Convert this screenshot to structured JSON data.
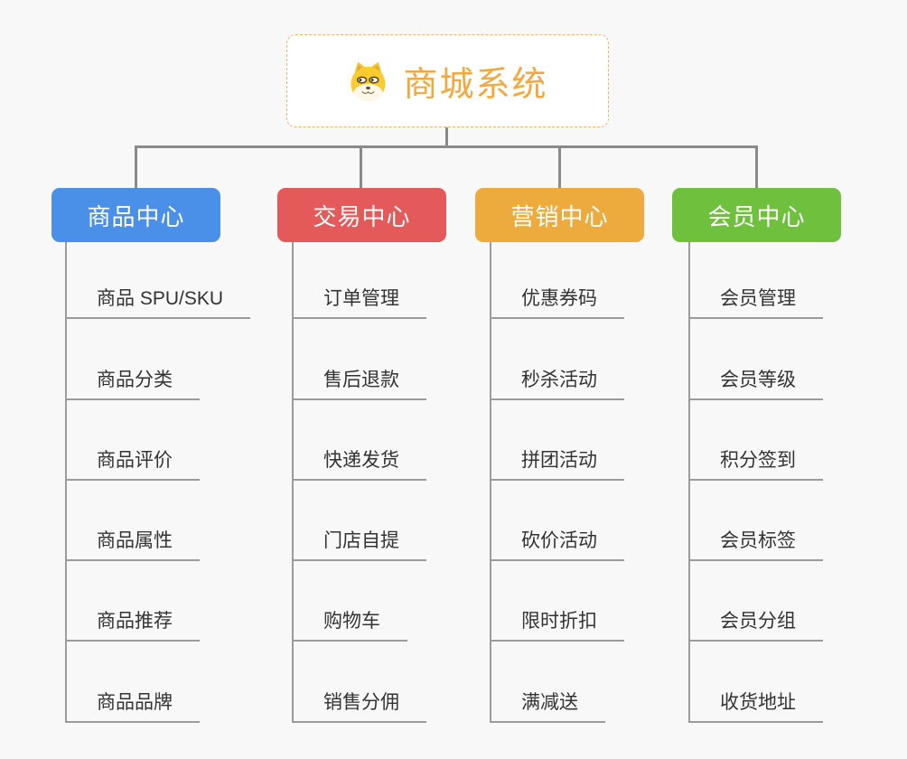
{
  "page": {
    "background": "#f8f8f8"
  },
  "root": {
    "title": "商城系统",
    "title_color": "#f2a83d",
    "border_color": "#f0b164",
    "icon": "dog-face-icon"
  },
  "connectors": {
    "line_color": "#8a8a8a",
    "underline_color": "#9b9b9b"
  },
  "branches": [
    {
      "label": "商品中心",
      "color": "#4a8fe8",
      "children": [
        "商品 SPU/SKU",
        "商品分类",
        "商品评价",
        "商品属性",
        "商品推荐",
        "商品品牌"
      ]
    },
    {
      "label": "交易中心",
      "color": "#e45a5a",
      "children": [
        "订单管理",
        "售后退款",
        "快递发货",
        "门店自提",
        "购物车",
        "销售分佣"
      ]
    },
    {
      "label": "营销中心",
      "color": "#edab3e",
      "children": [
        "优惠券码",
        "秒杀活动",
        "拼团活动",
        "砍价活动",
        "限时折扣",
        "满减送"
      ]
    },
    {
      "label": "会员中心",
      "color": "#6fc03c",
      "children": [
        "会员管理",
        "会员等级",
        "积分签到",
        "会员标签",
        "会员分组",
        "收货地址"
      ]
    }
  ]
}
